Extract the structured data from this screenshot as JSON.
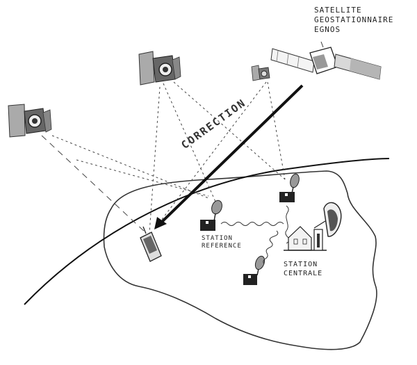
{
  "labels": {
    "geo_satellite": [
      "SATELLITE",
      "GEOSTATIONNAIRE",
      "EGNOS"
    ],
    "correction": "CORRECTION",
    "reference_station": [
      "STATION",
      "REFERENCE"
    ],
    "central_station": [
      "STATION",
      "CENTRALE"
    ]
  }
}
